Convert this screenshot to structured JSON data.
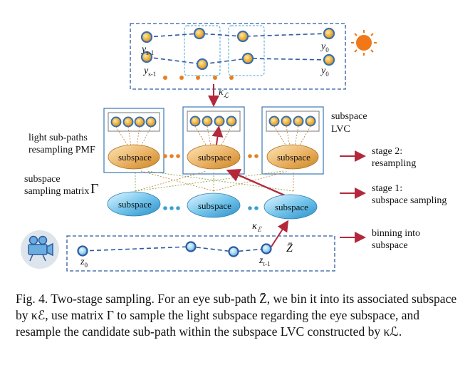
{
  "labels": {
    "y_top_left": "y",
    "y_top_left_sub": "s-1",
    "y_top_right": "y",
    "y_top_right_sub": "0",
    "y_bot_left": "y",
    "y_bot_left_sub": "s-1",
    "y_bot_right": "y",
    "y_bot_right_sub": "0",
    "kappa_L": "κ",
    "kappa_L_sub": "ℒ",
    "subspace_lvc": "subspace\nLVC",
    "light_subpaths_pmf": "light sub-paths\nresampling PMF",
    "subspace_sampling_matrix": "subspace\nsampling matrix",
    "gamma": "Γ",
    "kappa_E": "κ",
    "kappa_E_sub": "ℰ",
    "z_left": "z",
    "z_left_sub": "0",
    "z_right": "z",
    "z_right_sub": "t-1",
    "z_bar": "Z̄",
    "subspace_word": "subspace",
    "stage2": "stage 2:\nresampling",
    "stage1": "stage 1:\nsubspace sampling",
    "binning": "binning into\nsubspace"
  },
  "caption": "Fig. 4.  Two-stage sampling. For an eye sub-path Z̄, we bin it into its associated subspace by κℰ, use matrix Γ to sample the light subspace regarding the eye subspace, and resample the candidate sub-path within the subspace LVC constructed by κℒ.",
  "colors": {
    "box_border": "#3a78b8",
    "dashed_line": "#2d5aa0",
    "arrow_red": "#b4283c",
    "sun": "#f07818",
    "node_fill": "#f0b030",
    "node_ring": "#3a6fb0",
    "orange_dot": "#e88020",
    "blue_dot": "#3aa0d8"
  }
}
